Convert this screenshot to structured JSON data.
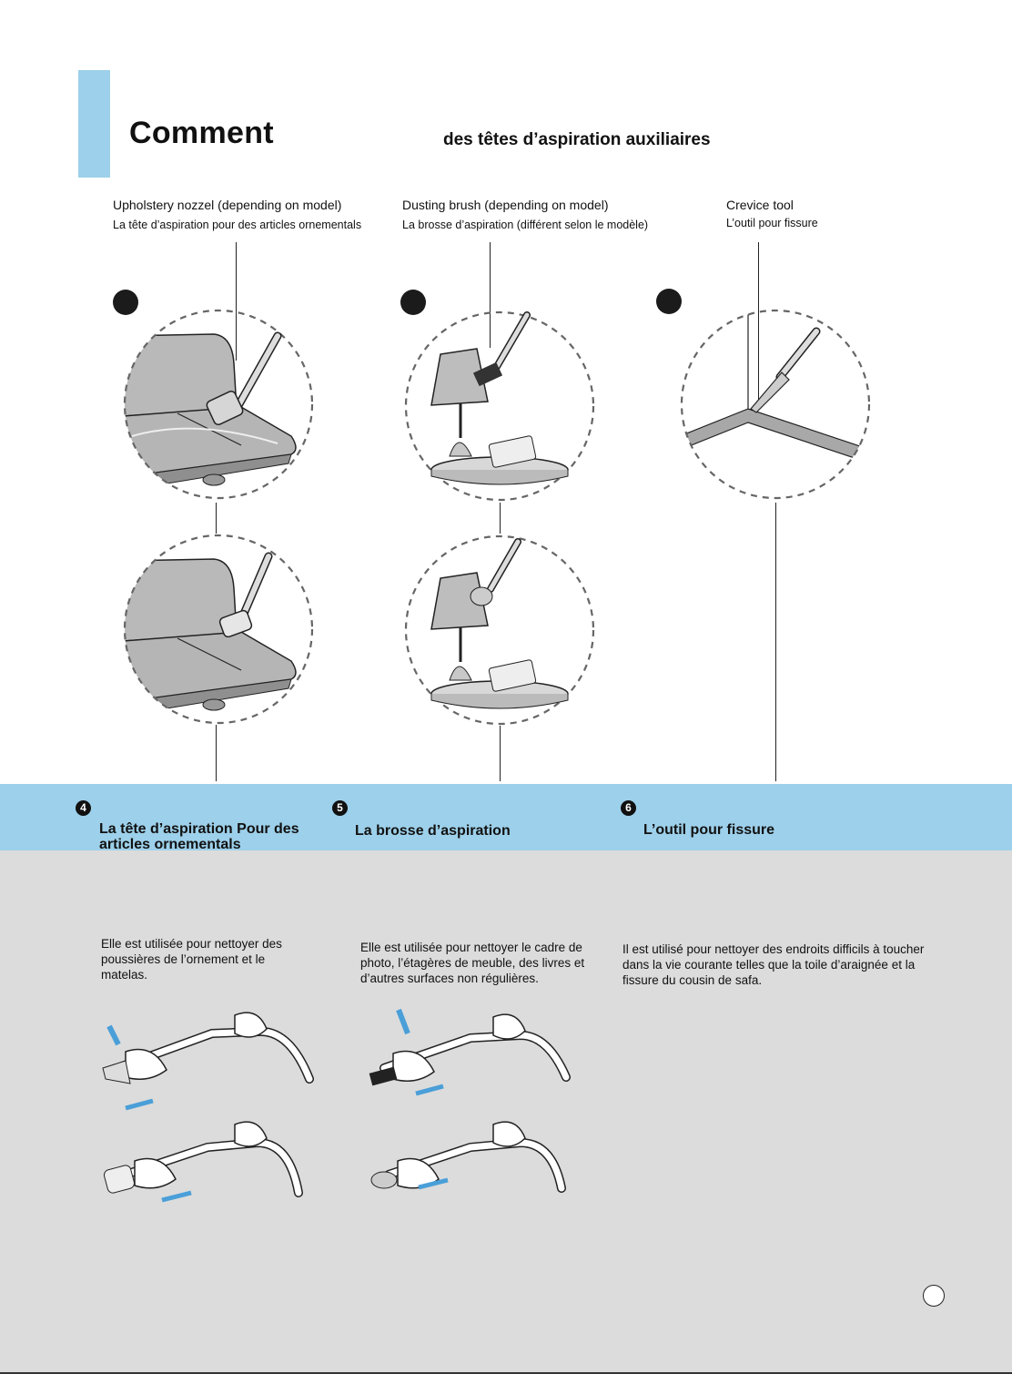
{
  "header": {
    "title_main": "Comment",
    "title_sub": "des têtes d’aspiration auxiliaires"
  },
  "tools": [
    {
      "label_en": "Upholstery nozzel (depending on model)",
      "label_fr": "La tête d’aspiration pour des articles ornementals"
    },
    {
      "label_en": "Dusting brush (depending on model)",
      "label_fr": "La brosse d’aspiration (différent selon le modèle)"
    },
    {
      "label_en": "Crevice tool",
      "label_fr": "L’outil pour fissure"
    }
  ],
  "sections": [
    {
      "number": "4",
      "title": "La tête d’aspiration Pour des articles ornementals",
      "description": "Elle est utilisée pour nettoyer des poussières de l’ornement et le matelas."
    },
    {
      "number": "5",
      "title": "La brosse d’aspiration",
      "description": "Elle est utilisée pour nettoyer le cadre de photo, l’étagères de  meuble, des livres et d’autres  surfaces non régulières."
    },
    {
      "number": "6",
      "title": "L’outil pour fissure",
      "description": "Il est utilisé pour nettoyer des  endroits difficils à toucher dans la vie courante telles que la toile  d’araignée et la fissure du cousin de safa."
    }
  ],
  "colors": {
    "accent": "#9dd0ea",
    "panel": "#dcdcdc",
    "arrow": "#4a9fd8"
  },
  "icons": [
    "upholstery-nozzle-illustration",
    "dusting-brush-illustration",
    "crevice-tool-illustration",
    "hand-hose-illustration",
    "direction-arrow-icon"
  ]
}
